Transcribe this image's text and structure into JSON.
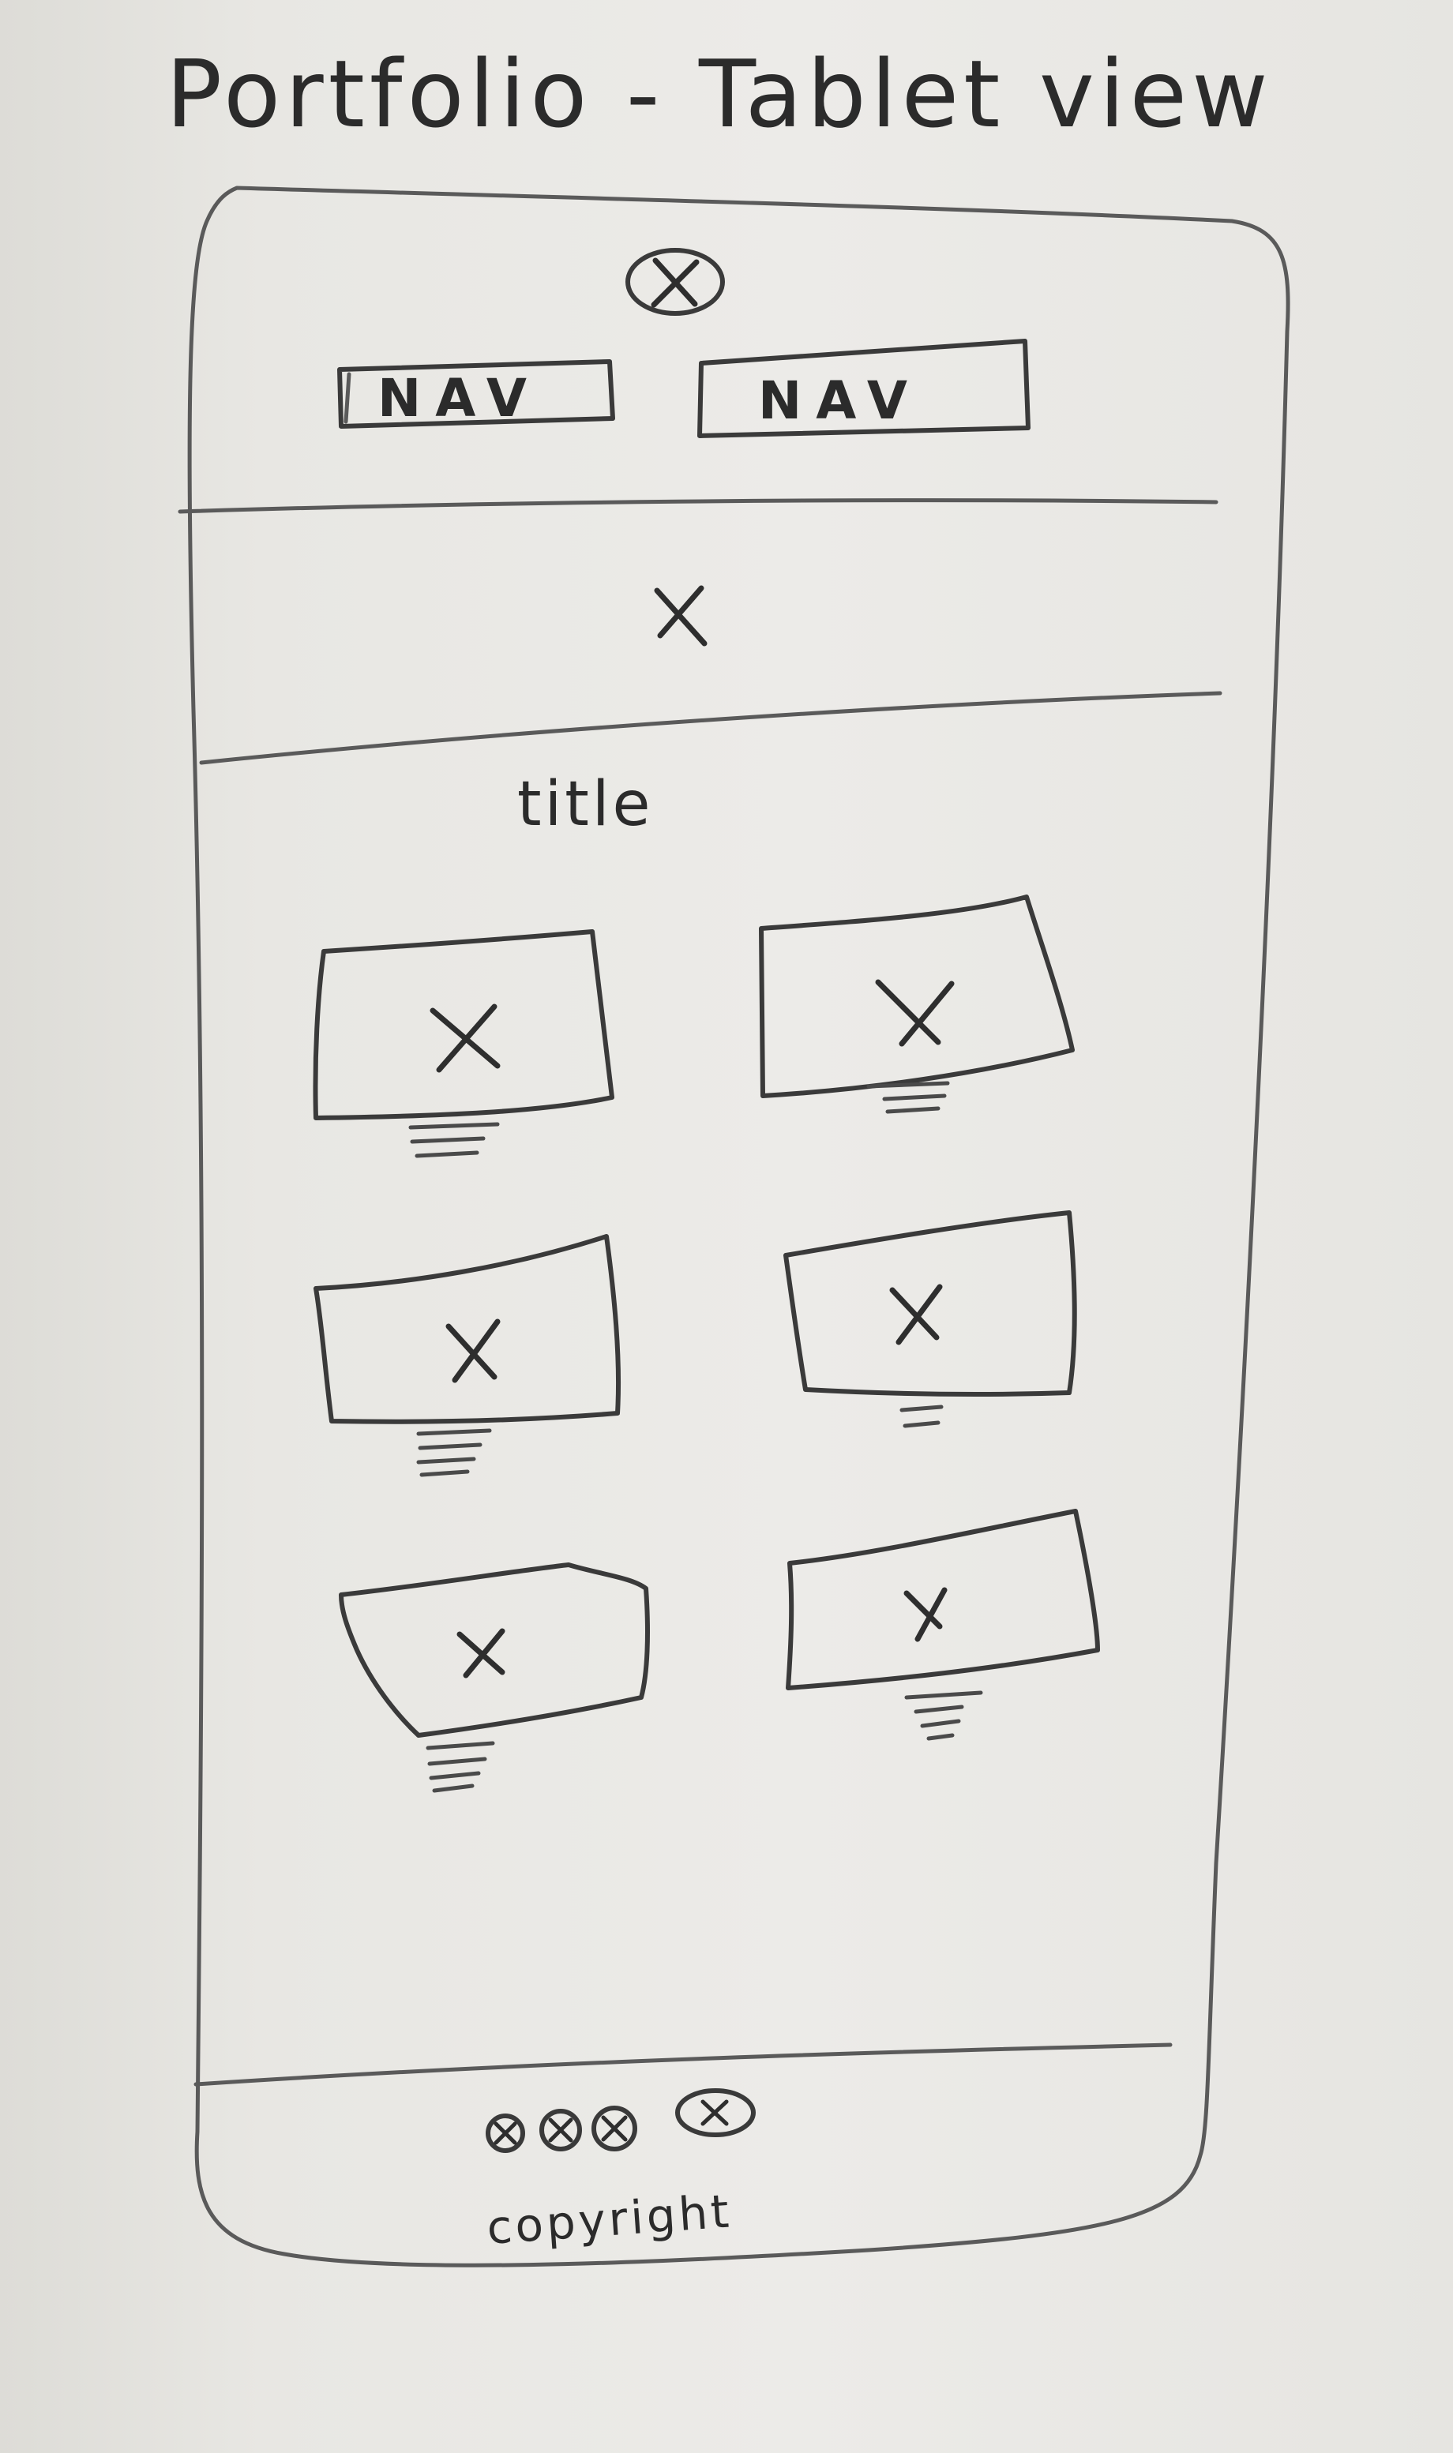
{
  "heading": "Portfolio - Tablet view",
  "header": {
    "logo_icon": "circled-x-placeholder-icon",
    "nav": [
      {
        "label": "NAV"
      },
      {
        "label": "NAV"
      }
    ]
  },
  "hero": {
    "image_icon": "x-placeholder-icon"
  },
  "gallery": {
    "title": "title",
    "card_count": 6
  },
  "footer": {
    "social_icons": [
      "circled-x-icon",
      "circled-x-icon",
      "circled-x-icon",
      "circled-x-icon"
    ],
    "copyright": "copyright"
  },
  "colors": {
    "paper": "#e9e8e4",
    "pencil": "#3a3a3a"
  }
}
